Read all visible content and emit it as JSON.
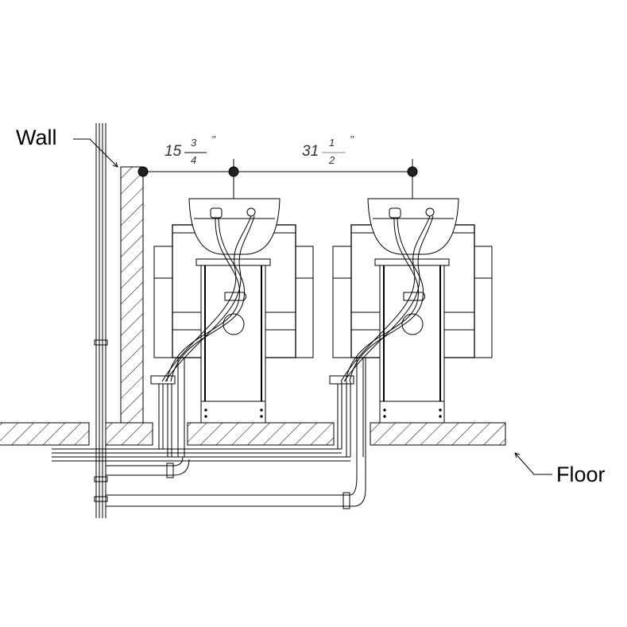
{
  "labels": {
    "wall": "Wall",
    "floor": "Floor"
  },
  "dimensions": [
    {
      "whole": "15",
      "numerator": "3",
      "denominator": "4",
      "unit": "''"
    },
    {
      "whole": "31",
      "numerator": "1",
      "denominator": "2",
      "unit": "''"
    }
  ],
  "colors": {
    "line": "#000000",
    "text": "#333333"
  }
}
